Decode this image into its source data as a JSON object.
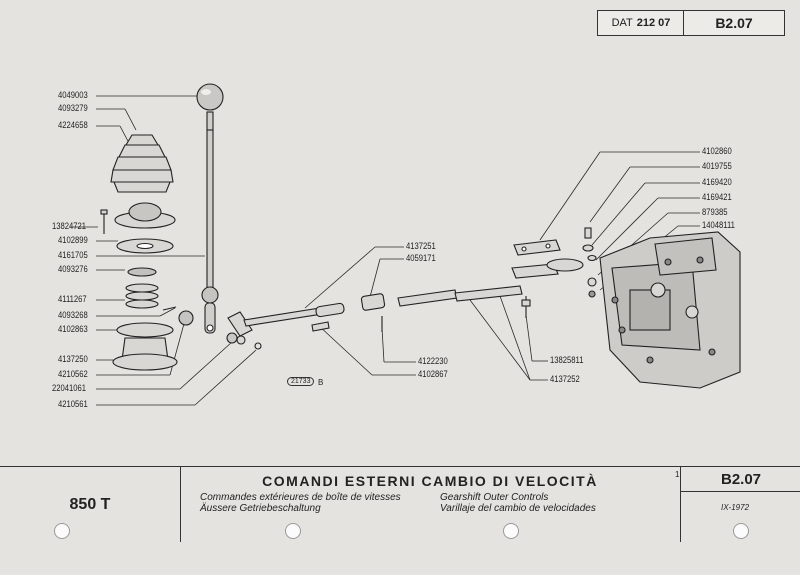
{
  "header": {
    "dat_label": "DAT",
    "dat_code": "212 07",
    "sheet_code": "B2.07"
  },
  "parts_left": [
    "4049003",
    "4093279",
    "4224658",
    "13824721",
    "4102899",
    "4161705",
    "4093276",
    "4111267",
    "4093268",
    "4102863",
    "4137250",
    "4210562",
    "22041061",
    "4210561"
  ],
  "parts_center": [
    "4137251",
    "4059171",
    "4122230",
    "4102867",
    "13825811",
    "4137252"
  ],
  "parts_right": [
    "4102860",
    "4019755",
    "4169420",
    "4169421",
    "879385",
    "14048111"
  ],
  "drawing_ref": {
    "number": "21733",
    "suffix": "B"
  },
  "footer": {
    "model": "850 T",
    "title": "COMANDI ESTERNI CAMBIO DI VELOCITÀ",
    "french": "Commandes extérieures de boîte de vitesses",
    "german": "Äussere Getriebeschaltung",
    "english": "Gearshift Outer Controls",
    "spanish": "Varillaje del cambio de velocidades",
    "code": "B2.07",
    "date": "IX-1972",
    "mark": "1"
  }
}
